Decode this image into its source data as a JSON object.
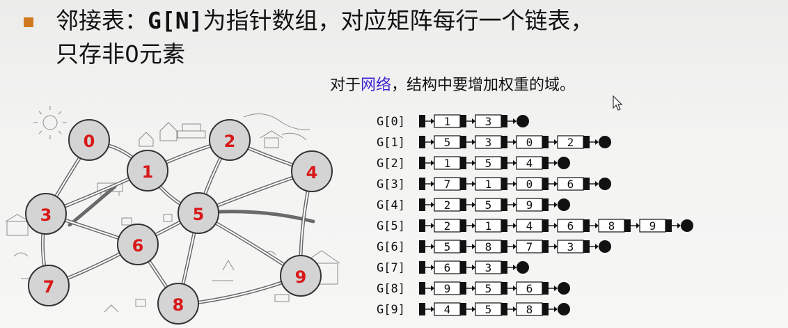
{
  "slide": {
    "bullet_line1_a": "邻接表：",
    "bullet_line1_code": "G[N]",
    "bullet_line1_b": "为指针数组，对应矩阵每行一个链表，",
    "bullet_line2": "只存非0元素",
    "note_a": "对于",
    "note_link": "网络",
    "note_b": "，结构中要增加权重的域。"
  },
  "graph": {
    "node_labels": [
      "0",
      "1",
      "2",
      "3",
      "4",
      "5",
      "6",
      "7",
      "8",
      "9"
    ]
  },
  "adjacency": {
    "rows": [
      {
        "label": "G[0]",
        "items": [
          "1",
          "3"
        ]
      },
      {
        "label": "G[1]",
        "items": [
          "5",
          "3",
          "0",
          "2"
        ]
      },
      {
        "label": "G[2]",
        "items": [
          "1",
          "5",
          "4"
        ]
      },
      {
        "label": "G[3]",
        "items": [
          "7",
          "1",
          "0",
          "6"
        ]
      },
      {
        "label": "G[4]",
        "items": [
          "2",
          "5",
          "9"
        ]
      },
      {
        "label": "G[5]",
        "items": [
          "2",
          "1",
          "4",
          "6",
          "8",
          "9"
        ]
      },
      {
        "label": "G[6]",
        "items": [
          "5",
          "8",
          "7",
          "3"
        ]
      },
      {
        "label": "G[7]",
        "items": [
          "6",
          "3"
        ]
      },
      {
        "label": "G[8]",
        "items": [
          "9",
          "5",
          "6"
        ]
      },
      {
        "label": "G[9]",
        "items": [
          "4",
          "5",
          "8"
        ]
      }
    ]
  },
  "colors": {
    "node_label": "#d81818",
    "bullet": "#d07a1f",
    "link": "#3b22d4"
  }
}
